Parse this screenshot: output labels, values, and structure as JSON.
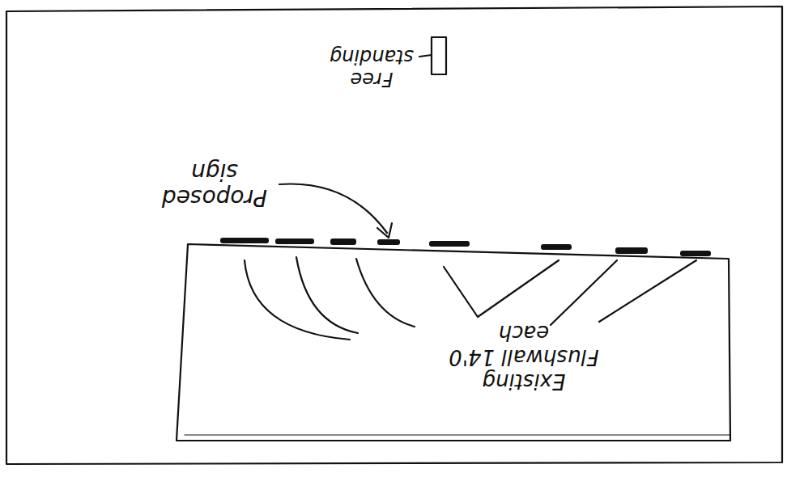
{
  "diagram": {
    "nodes": [
      {
        "text": [
          "Existing Flushwall 14'0 each"
        ]
      }
    ],
    "labels": [
      "Proposed sign",
      "Free standing"
    ]
  }
}
